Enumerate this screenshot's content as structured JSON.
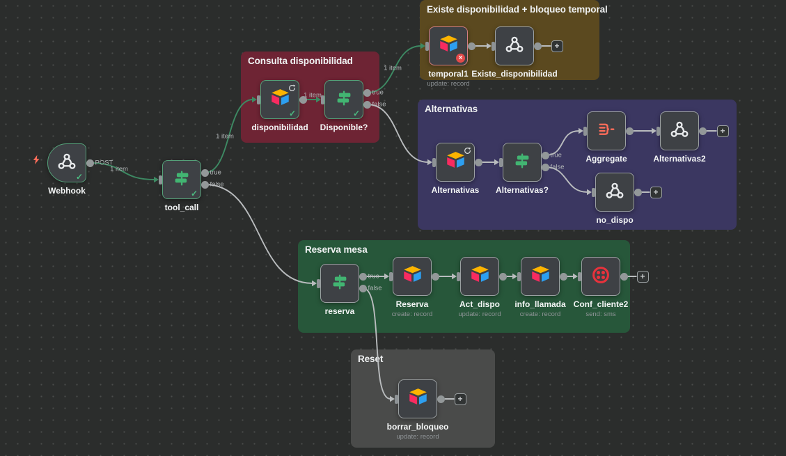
{
  "ui": {
    "add_node_label": "+"
  },
  "palette": {
    "canvas_bg": "#2b2d2c",
    "node_bg": "#3e4145",
    "node_border": "#9ba0a2",
    "executed_border": "#55a179",
    "error_border": "#d57f83",
    "edge_executed": "#3d8a63",
    "edge_default": "#b9bcbe",
    "if_icon_green": "#42b572",
    "aggregate_icon_red": "#ff6d5a",
    "twilio_icon_red": "#e8323c",
    "airtable_yellow": "#fcb400",
    "airtable_pink": "#f82b60",
    "airtable_blue": "#2d9ff0",
    "check_green": "#4cbd82",
    "error_badge_red": "#e24a4a",
    "bolt_orange": "#ff6d5a"
  },
  "groups": [
    {
      "id": "consulta",
      "title": "Consulta disponibilidad",
      "color": "#6e2434"
    },
    {
      "id": "existe",
      "title": "Existe disponibilidad + bloqueo temporal",
      "color": "#5b491f"
    },
    {
      "id": "alternativas",
      "title": "Alternativas",
      "color": "#3b3761"
    },
    {
      "id": "reserva",
      "title": "Reserva mesa",
      "color": "#27573a"
    },
    {
      "id": "reset",
      "title": "Reset",
      "color": "#4a4b4a"
    }
  ],
  "nodes": [
    {
      "id": "webhook",
      "name": "Webhook",
      "icon": "webhook",
      "shape": "trigger",
      "status": "success",
      "badges": [
        "check"
      ],
      "output_labels": [
        "POST"
      ],
      "has_input": false
    },
    {
      "id": "tool_call",
      "name": "tool_call",
      "icon": "if",
      "status": "success",
      "badges": [
        "check"
      ],
      "output_labels": [
        "true",
        "false"
      ],
      "has_input": true
    },
    {
      "id": "disponibilidad",
      "name": "disponibilidad",
      "icon": "airtable",
      "status": "success",
      "badges": [
        "sync",
        "check"
      ],
      "output_labels": [
        ""
      ],
      "has_input": true
    },
    {
      "id": "disponible",
      "name": "Disponible?",
      "icon": "if",
      "status": "success",
      "badges": [
        "check"
      ],
      "output_labels": [
        "true",
        "false"
      ],
      "has_input": true
    },
    {
      "id": "temporal1",
      "name": "temporal1",
      "subtitle": "update: record",
      "icon": "airtable",
      "status": "error",
      "badges": [
        "error"
      ],
      "output_labels": [
        ""
      ],
      "has_input": true
    },
    {
      "id": "existe_disponibilidad",
      "name": "Existe_disponibilidad",
      "icon": "webhook",
      "status": "default",
      "badges": [],
      "output_labels": [
        ""
      ],
      "has_input": true
    },
    {
      "id": "alternativas_tbl",
      "name": "Alternativas",
      "icon": "airtable",
      "status": "default",
      "badges": [
        "sync"
      ],
      "output_labels": [
        ""
      ],
      "has_input": true
    },
    {
      "id": "alternativas_if",
      "name": "Alternativas?",
      "icon": "if",
      "status": "default",
      "badges": [],
      "output_labels": [
        "true",
        "false"
      ],
      "has_input": true
    },
    {
      "id": "aggregate",
      "name": "Aggregate",
      "icon": "aggregate",
      "status": "default",
      "badges": [],
      "output_labels": [
        ""
      ],
      "has_input": true
    },
    {
      "id": "alternativas2",
      "name": "Alternativas2",
      "icon": "webhook",
      "status": "default",
      "badges": [],
      "output_labels": [
        ""
      ],
      "has_input": true
    },
    {
      "id": "no_dispo",
      "name": "no_dispo",
      "icon": "webhook",
      "status": "default",
      "badges": [],
      "output_labels": [
        ""
      ],
      "has_input": true
    },
    {
      "id": "reserva_if",
      "name": "reserva",
      "icon": "if",
      "status": "default",
      "badges": [],
      "output_labels": [
        "true",
        "false"
      ],
      "has_input": true
    },
    {
      "id": "reserva_tbl",
      "name": "Reserva",
      "subtitle": "create: record",
      "icon": "airtable",
      "status": "default",
      "badges": [],
      "output_labels": [
        ""
      ],
      "has_input": true
    },
    {
      "id": "act_dispo",
      "name": "Act_dispo",
      "subtitle": "update: record",
      "icon": "airtable",
      "status": "default",
      "badges": [],
      "output_labels": [
        ""
      ],
      "has_input": true
    },
    {
      "id": "info_llamada",
      "name": "info_llamada",
      "subtitle": "create: record",
      "icon": "airtable",
      "status": "default",
      "badges": [],
      "output_labels": [
        ""
      ],
      "has_input": true
    },
    {
      "id": "conf_cliente2",
      "name": "Conf_cliente2",
      "subtitle": "send: sms",
      "icon": "twilio",
      "status": "default",
      "badges": [],
      "output_labels": [
        ""
      ],
      "has_input": true
    },
    {
      "id": "borrar_bloqueo",
      "name": "borrar_bloqueo",
      "subtitle": "update: record",
      "icon": "airtable",
      "status": "default",
      "badges": [],
      "output_labels": [
        ""
      ],
      "has_input": true
    }
  ],
  "edges": [
    {
      "from": "webhook",
      "out": 0,
      "to": "tool_call",
      "state": "success",
      "label": "1 item"
    },
    {
      "from": "tool_call",
      "out": 0,
      "to": "disponibilidad",
      "state": "success",
      "label": "1 item"
    },
    {
      "from": "tool_call",
      "out": 1,
      "to": "reserva_if",
      "state": "default",
      "label": ""
    },
    {
      "from": "disponibilidad",
      "out": 0,
      "to": "disponible",
      "state": "success",
      "label": "1 item"
    },
    {
      "from": "disponible",
      "out": 0,
      "to": "temporal1",
      "state": "success",
      "label": "1 item"
    },
    {
      "from": "disponible",
      "out": 1,
      "to": "alternativas_tbl",
      "state": "default",
      "label": ""
    },
    {
      "from": "temporal1",
      "out": 0,
      "to": "existe_disponibilidad",
      "state": "default",
      "label": ""
    },
    {
      "from": "existe_disponibilidad",
      "out": 0,
      "toPlus": "existe_plus",
      "state": "default",
      "label": ""
    },
    {
      "from": "alternativas_tbl",
      "out": 0,
      "to": "alternativas_if",
      "state": "default",
      "label": ""
    },
    {
      "from": "alternativas_if",
      "out": 0,
      "to": "aggregate",
      "state": "default",
      "label": ""
    },
    {
      "from": "alternativas_if",
      "out": 1,
      "to": "no_dispo",
      "state": "default",
      "label": ""
    },
    {
      "from": "aggregate",
      "out": 0,
      "to": "alternativas2",
      "state": "default",
      "label": ""
    },
    {
      "from": "alternativas2",
      "out": 0,
      "toPlus": "alt2_plus",
      "state": "default",
      "label": ""
    },
    {
      "from": "no_dispo",
      "out": 0,
      "toPlus": "nodispo_plus",
      "state": "default",
      "label": ""
    },
    {
      "from": "reserva_if",
      "out": 0,
      "to": "reserva_tbl",
      "state": "default",
      "label": ""
    },
    {
      "from": "reserva_if",
      "out": 1,
      "to": "borrar_bloqueo",
      "state": "default",
      "label": ""
    },
    {
      "from": "reserva_tbl",
      "out": 0,
      "to": "act_dispo",
      "state": "default",
      "label": ""
    },
    {
      "from": "act_dispo",
      "out": 0,
      "to": "info_llamada",
      "state": "default",
      "label": ""
    },
    {
      "from": "info_llamada",
      "out": 0,
      "to": "conf_cliente2",
      "state": "default",
      "label": ""
    },
    {
      "from": "conf_cliente2",
      "out": 0,
      "toPlus": "conf_plus",
      "state": "default",
      "label": ""
    },
    {
      "from": "borrar_bloqueo",
      "out": 0,
      "toPlus": "borrar_plus",
      "state": "default",
      "label": ""
    }
  ]
}
